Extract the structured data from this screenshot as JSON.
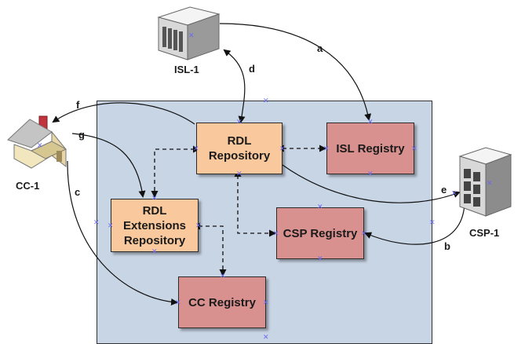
{
  "nodes": {
    "isl1": {
      "label": "ISL-1",
      "icon": "server-icon"
    },
    "cc1": {
      "label": "CC-1",
      "icon": "house-icon"
    },
    "csp1": {
      "label": "CSP-1",
      "icon": "server-icon"
    }
  },
  "boxes": {
    "rdl_repository": {
      "line1": "RDL",
      "line2": "Repository"
    },
    "isl_registry": {
      "label": "ISL Registry"
    },
    "rdl_extensions": {
      "line1": "RDL",
      "line2": "Extensions",
      "line3": "Repository"
    },
    "csp_registry": {
      "label": "CSP Registry"
    },
    "cc_registry": {
      "label": "CC Registry"
    }
  },
  "edges": {
    "a": "a",
    "b": "b",
    "c": "c",
    "d": "d",
    "e": "e",
    "f": "f",
    "g": "g"
  },
  "colors": {
    "container": "#c8d5e5",
    "repository_fill": "#f9c89c",
    "registry_fill": "#d9918f",
    "connection_marker": "#6a6af0"
  }
}
